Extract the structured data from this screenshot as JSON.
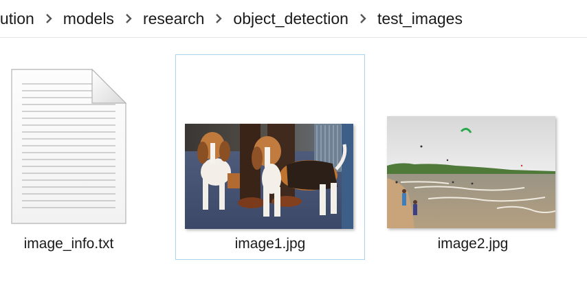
{
  "breadcrumb": {
    "items": [
      {
        "label": "ibution"
      },
      {
        "label": "models"
      },
      {
        "label": "research"
      },
      {
        "label": "object_detection"
      },
      {
        "label": "test_images"
      }
    ]
  },
  "files": [
    {
      "name": "image_info.txt",
      "icon": "text-file-icon",
      "selected": false
    },
    {
      "name": "image1.jpg",
      "icon": "beagles-photo-thumbnail",
      "selected": true
    },
    {
      "name": "image2.jpg",
      "icon": "beach-photo-thumbnail",
      "selected": false
    }
  ],
  "colors": {
    "selection_border": "#a9d4ee",
    "separator": "#e5e5e5",
    "text": "#1a1a1a"
  }
}
